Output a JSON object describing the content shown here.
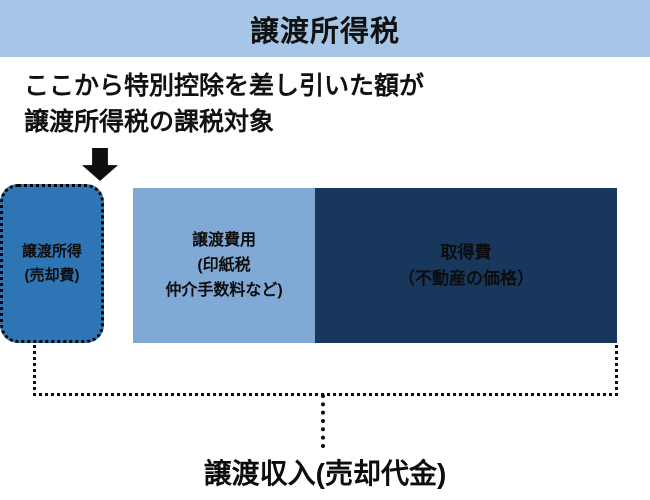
{
  "header": {
    "title": "譲渡所得税",
    "bg_color": "#a5c6e6"
  },
  "note": {
    "line1": "ここから特別控除を差し引いた額が",
    "line2": "譲渡所得税の課税対象"
  },
  "arrow_icon": "down-block-arrow",
  "bar": {
    "segments": [
      {
        "id": "capital-gain",
        "lines": [
          "譲渡所得",
          "(売却費)"
        ],
        "color": "#2e75b6",
        "text_color": "#0d0d0d",
        "border": "dotted-rounded"
      },
      {
        "id": "transfer-expenses",
        "lines": [
          "譲渡費用",
          "(印紙税",
          "仲介手数料など)"
        ],
        "color": "#80a9d6",
        "text_color": "#0d0d0d"
      },
      {
        "id": "acquisition-cost",
        "lines": [
          "取得費",
          "（不動産の価格）"
        ],
        "color": "#17375d",
        "text_color": "#0d0d0d"
      }
    ]
  },
  "bottom_label": "譲渡収入(売却代金)"
}
